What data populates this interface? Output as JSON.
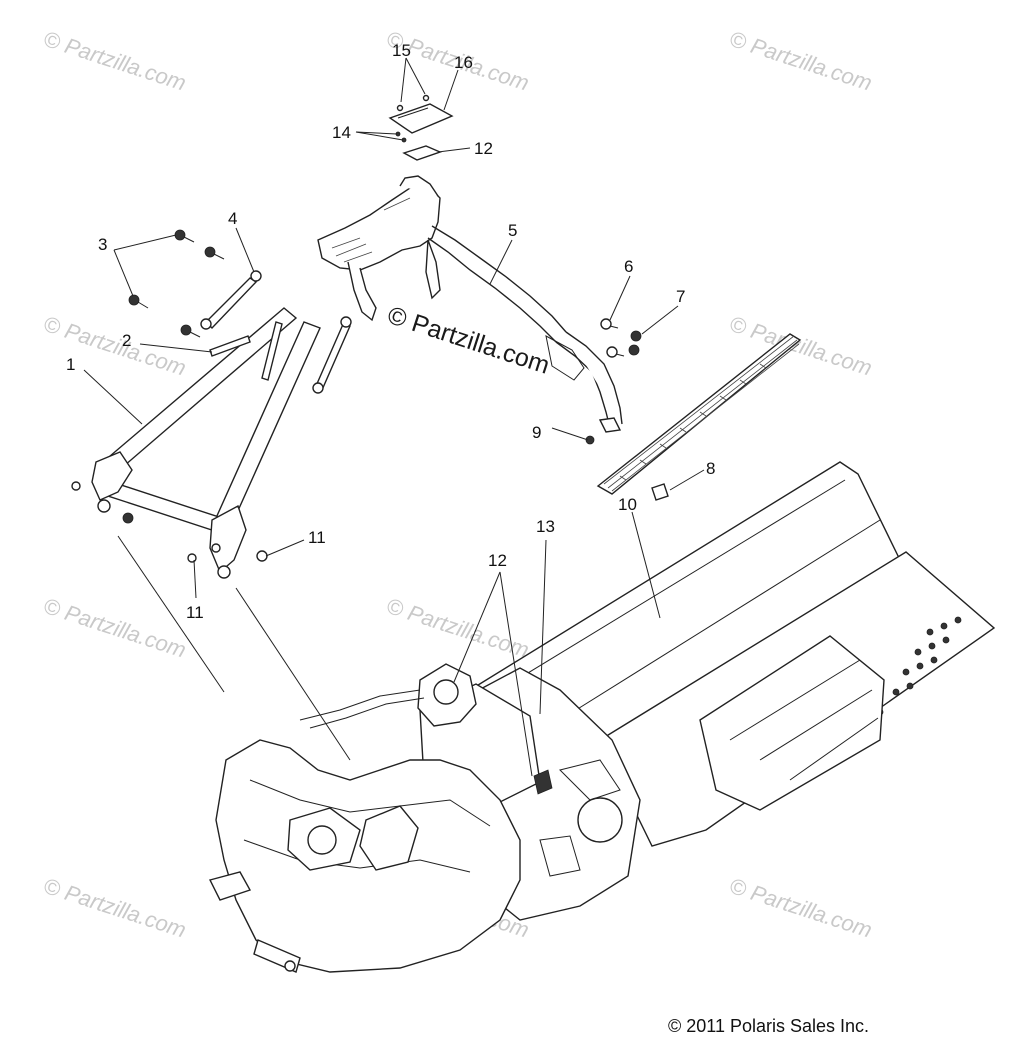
{
  "watermark": {
    "text": "© Partzilla.com",
    "center_text": "© Partzilla.com"
  },
  "callouts": {
    "c1": "1",
    "c2": "2",
    "c3": "3",
    "c4": "4",
    "c5": "5",
    "c6": "6",
    "c7": "7",
    "c8": "8",
    "c9": "9",
    "c10": "10",
    "c11a": "11",
    "c11b": "11",
    "c12a": "12",
    "c12b": "12",
    "c13": "13",
    "c14": "14",
    "c15": "15",
    "c16": "16"
  },
  "copyright": "© 2011 Polaris Sales Inc.",
  "colors": {
    "line": "#222222",
    "watermark": "#c9c9c9",
    "background": "#ffffff"
  }
}
